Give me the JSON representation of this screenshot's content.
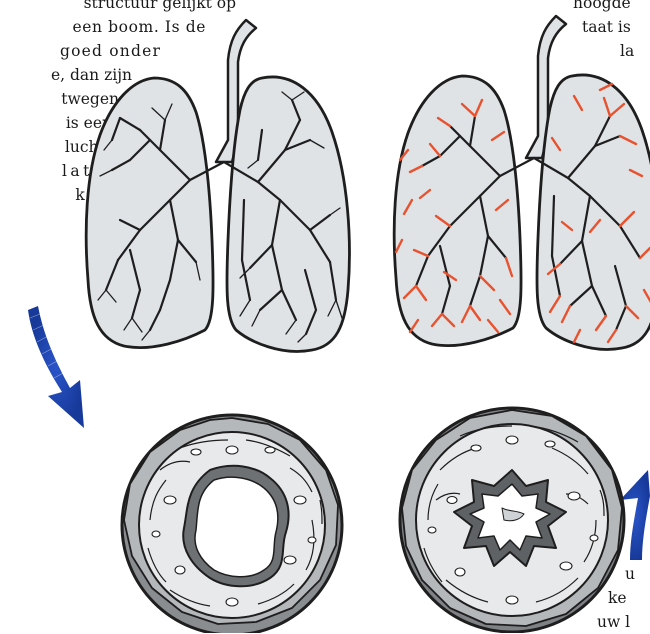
{
  "left_text": [
    "structuur gelijkt op",
    "een boom. Is de",
    "goed onder",
    "e, dan zijn",
    "twegen",
    "is een",
    "lucht-",
    "latie",
    "k (zie",
    ")."
  ],
  "right_text_top": [
    "hoogde",
    "taat is",
    "la"
  ],
  "right_text_bottom": [
    "u",
    "ke",
    "uw l"
  ],
  "colors": {
    "lung_fill": "#dfe3e6",
    "outline": "#1e1e1e",
    "inflammation": "#e8522f",
    "arrow": "#1f49b8"
  }
}
